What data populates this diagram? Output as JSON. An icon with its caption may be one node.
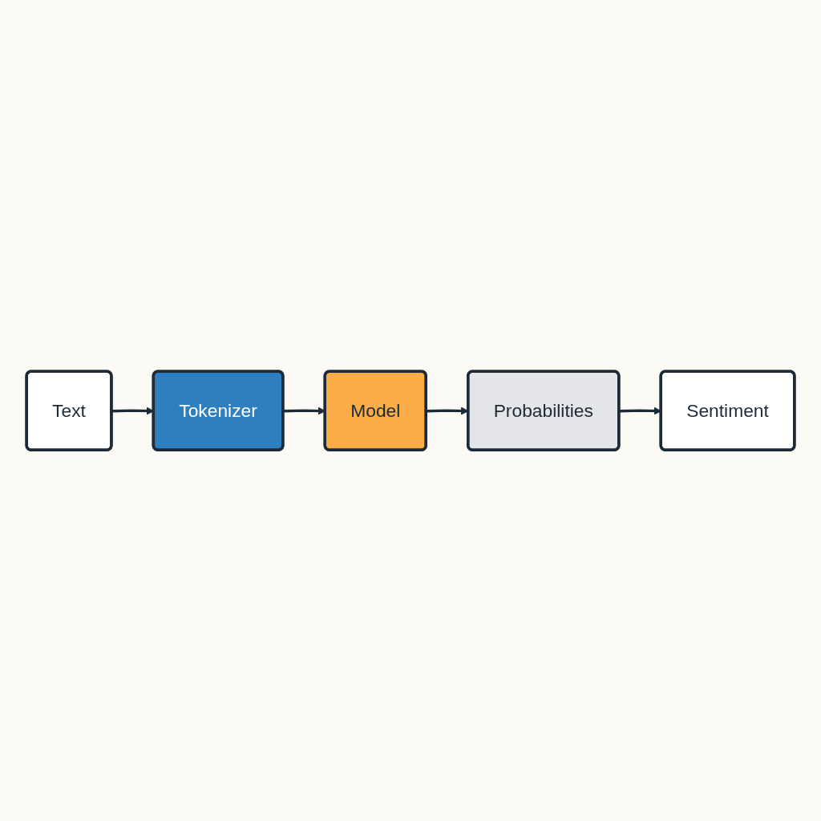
{
  "diagram": {
    "nodes": [
      {
        "text": [
          "Text"
        ]
      },
      {
        "text": [
          "Tokenizer"
        ]
      },
      {
        "text": [
          "Model"
        ]
      },
      {
        "text": [
          "Probabilities"
        ]
      },
      {
        "text": [
          "Sentiment"
        ]
      }
    ],
    "edges": [
      {
        "from": 0,
        "to": 1,
        "arrow": "to"
      },
      {
        "from": 1,
        "to": 2,
        "arrow": "to"
      },
      {
        "from": 2,
        "to": 3,
        "arrow": "to"
      },
      {
        "from": 3,
        "to": 4,
        "arrow": "to"
      }
    ]
  }
}
